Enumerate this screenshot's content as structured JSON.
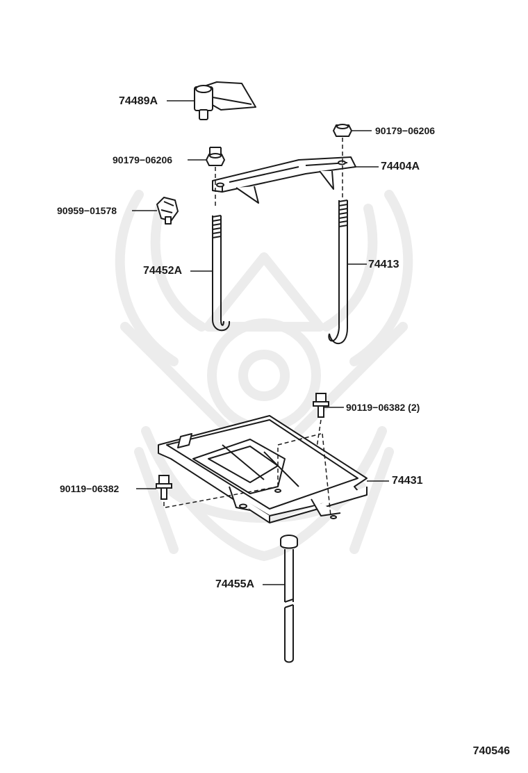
{
  "parts": {
    "p74489A": "74489A",
    "p90179_right": "90179−06206",
    "p90179_left": "90179−06206",
    "p74404A": "74404A",
    "p90959": "90959−01578",
    "p74452A": "74452A",
    "p74413": "74413",
    "p90119_top": "90119−06382 (2)",
    "p90119_left": "90119−06382",
    "p74431": "74431",
    "p74455A": "74455A"
  },
  "diagram_ref": "740546",
  "colors": {
    "ink": "#1a1a1a",
    "watermark": "#ececec"
  }
}
